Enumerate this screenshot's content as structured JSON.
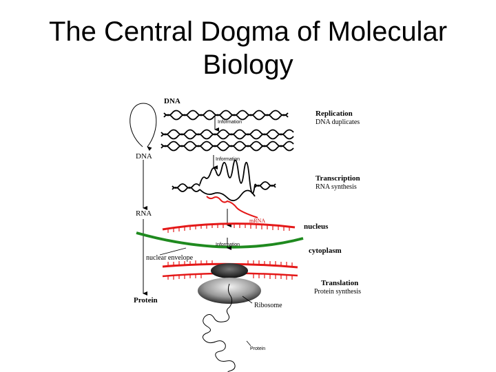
{
  "title": {
    "line1": "The Central Dogma of Molecular",
    "line2": "Biology"
  },
  "diagram": {
    "left_flow": {
      "dna_top": "DNA",
      "dna": "DNA",
      "rna": "RNA",
      "protein": "Protein"
    },
    "stages": {
      "replication": {
        "title": "Replication",
        "subtitle": "DNA duplicates"
      },
      "transcription": {
        "title": "Transcription",
        "subtitle": "RNA synthesis"
      },
      "translation": {
        "title": "Translation",
        "subtitle": "Protein synthesis"
      }
    },
    "arrows": {
      "info1": "Information",
      "info2": "Information",
      "info3": "Information"
    },
    "labels": {
      "mrna": "mRNA",
      "nucleus": "nucleus",
      "cytoplasm": "cytoplasm",
      "nuclear_envelope": "nuclear envelope",
      "ribosome": "Ribosome",
      "protein": "Protein"
    },
    "colors": {
      "mrna": "#e41818",
      "envelope": "#1f8a1f",
      "dna": "#000000"
    }
  }
}
